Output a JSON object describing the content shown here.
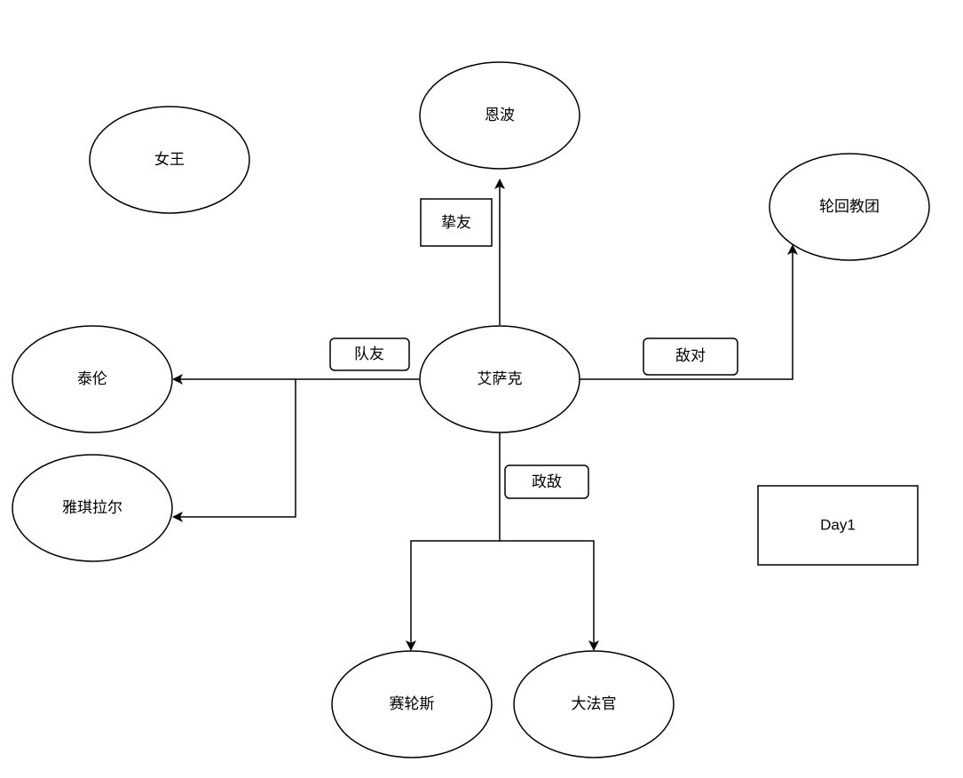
{
  "colors": {
    "stroke": "#000000",
    "fill": "#ffffff",
    "text": "#000000"
  },
  "nodes": {
    "center": "艾萨克",
    "top": "恩波",
    "top_right": "轮回教团",
    "top_left": "女王",
    "left_upper": "泰伦",
    "left_lower": "雅琪拉尔",
    "bottom_left": "赛轮斯",
    "bottom_right": "大法官"
  },
  "edge_labels": {
    "friend": "挚友",
    "teammate": "队友",
    "hostile": "敌对",
    "political_enemy": "政敌"
  },
  "day_box": "Day1"
}
